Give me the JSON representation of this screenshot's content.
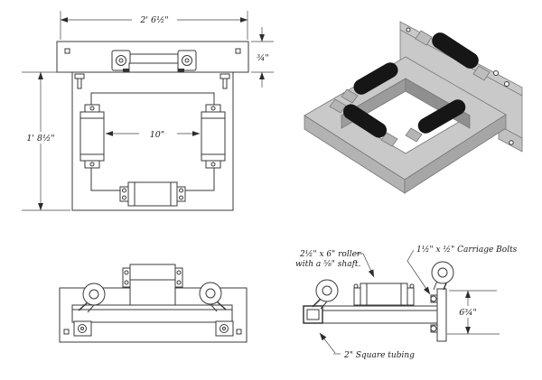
{
  "drawing": {
    "plan_view": {
      "width_dim": "2' 6½\"",
      "plate_height_dim": "¾\"",
      "frame_height_dim": "1' 8½\"",
      "opening_dim": "10\""
    },
    "side_view": {
      "height_dim": "6¾\"",
      "roller_note_line1": "2½\" x 6\" roller",
      "roller_note_line2": "with a ⅝\" shaft.",
      "carriage_bolts_note": "1½\" x ½\" Carriage Bolts",
      "square_tubing_note": "2\" Square tubing"
    },
    "colors": {
      "line": "#3a3a3a",
      "metal_light": "#c9c9c9",
      "metal_medium": "#b3b3b3",
      "metal_dark": "#9b9b9b",
      "roller_black": "#161616",
      "background": "#ffffff"
    }
  }
}
